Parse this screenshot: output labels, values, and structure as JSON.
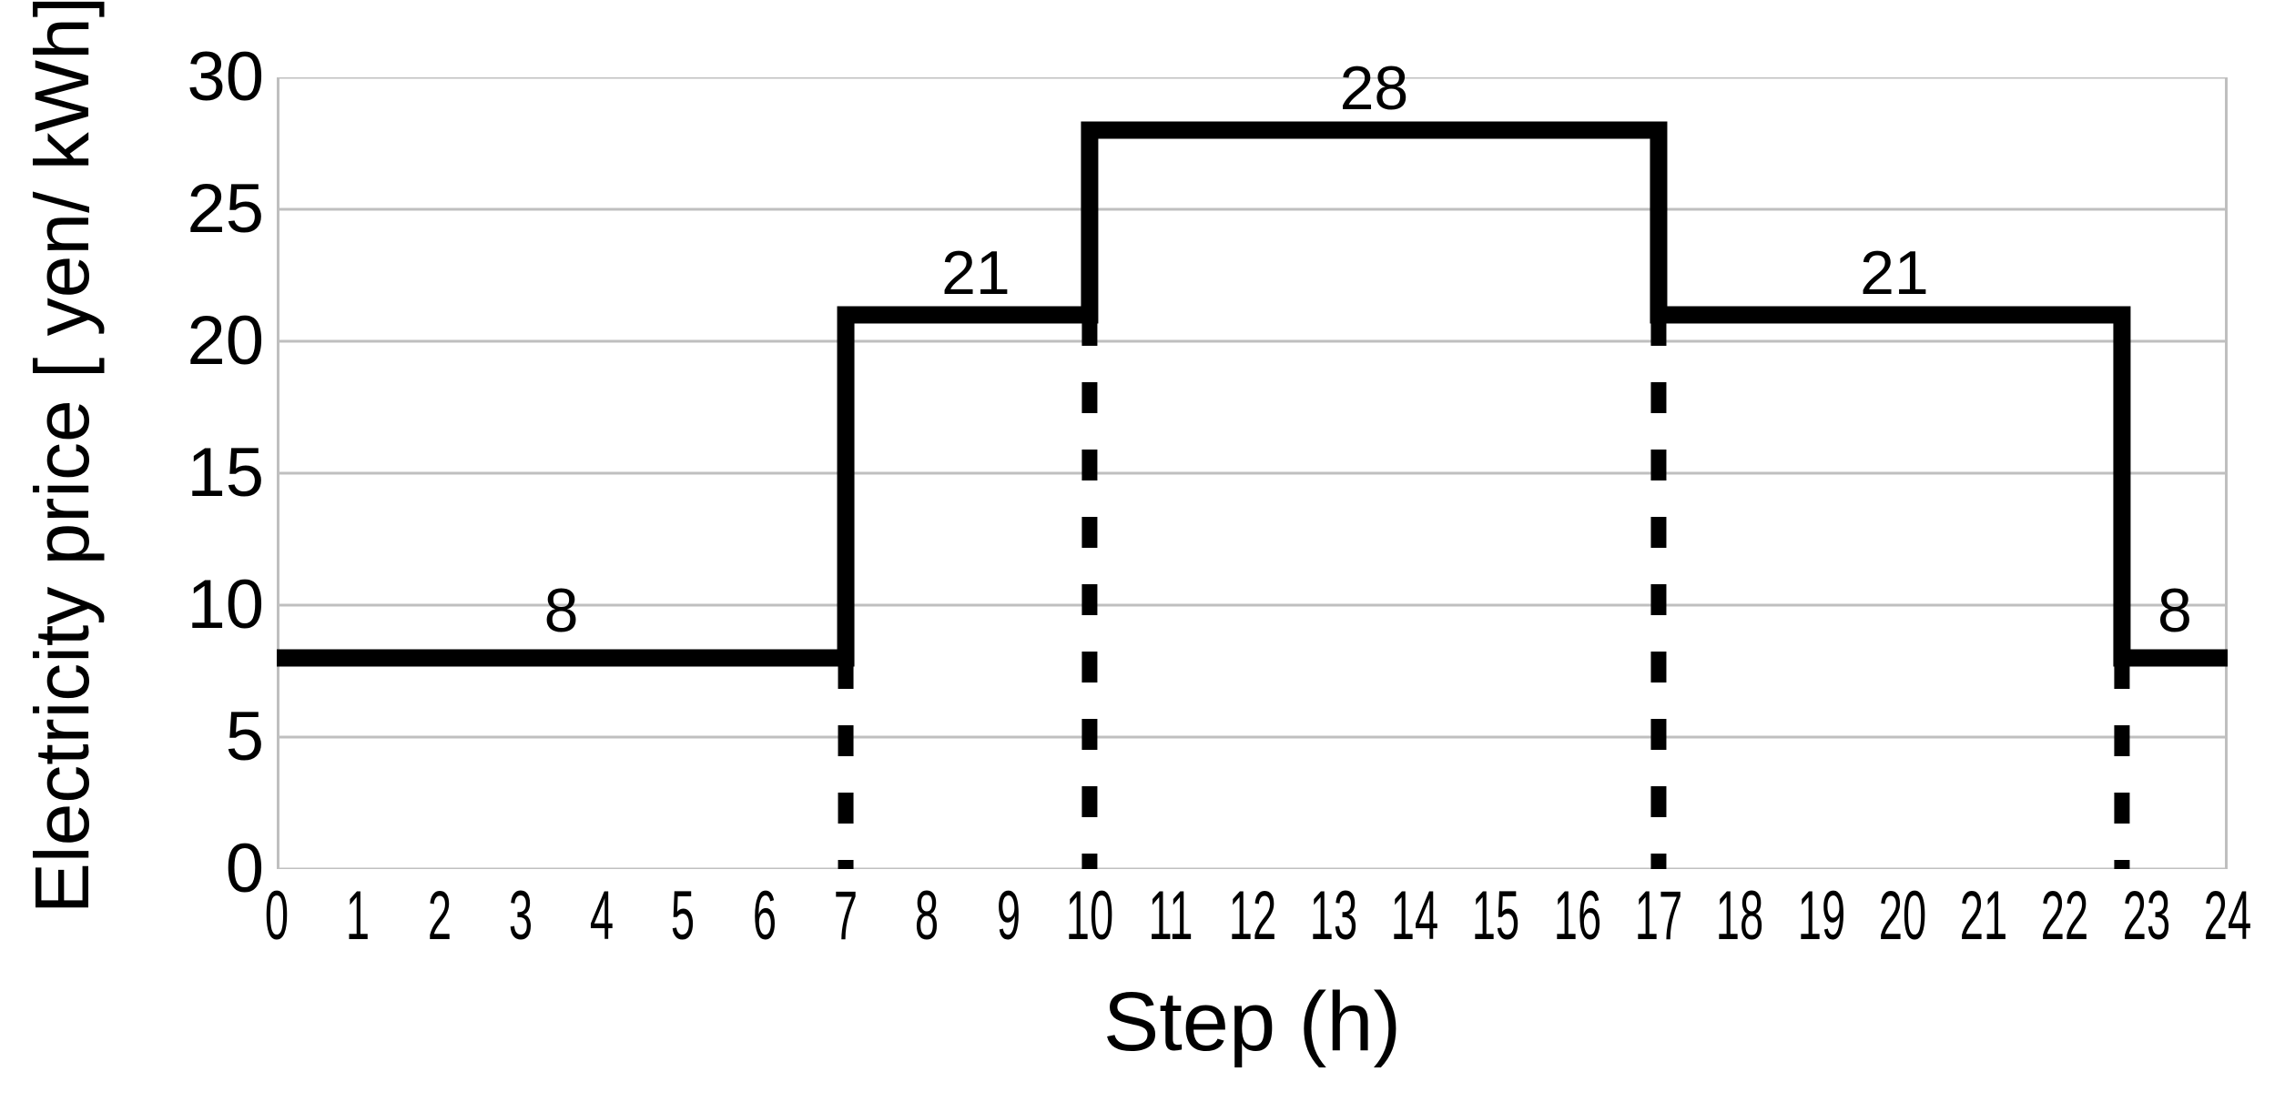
{
  "chart_data": {
    "type": "line",
    "title": "",
    "subtitle": "",
    "xlabel": "Step (h)",
    "ylabel": "Electricity price [ yen/ kWh]",
    "xlim": [
      0,
      24
    ],
    "ylim": [
      0,
      30
    ],
    "grid": true,
    "legend": "none",
    "xticks": [
      "0",
      "1",
      "2",
      "3",
      "4",
      "5",
      "6",
      "7",
      "8",
      "9",
      "10",
      "11",
      "12",
      "13",
      "14",
      "15",
      "16",
      "17",
      "18",
      "19",
      "20",
      "21",
      "22",
      "23",
      "24"
    ],
    "yticks": [
      "0",
      "5",
      "10",
      "15",
      "20",
      "25",
      "30"
    ],
    "step_style": "post",
    "series": [
      {
        "name": "Electricity price",
        "color": "#000000",
        "x": [
          0,
          7,
          10,
          17,
          22.7,
          24
        ],
        "values": [
          8,
          21,
          28,
          21,
          8,
          8
        ],
        "segments": [
          {
            "x_start": 0,
            "x_end": 7,
            "value": 8
          },
          {
            "x_start": 7,
            "x_end": 10,
            "value": 21
          },
          {
            "x_start": 10,
            "x_end": 17,
            "value": 28
          },
          {
            "x_start": 17,
            "x_end": 22.7,
            "value": 21
          },
          {
            "x_start": 22.7,
            "x_end": 24,
            "value": 8
          }
        ]
      }
    ],
    "transition_markers": {
      "style": "dashed-vertical",
      "color": "#000000",
      "x": [
        7,
        10,
        17,
        22.7
      ]
    },
    "annotations": [
      {
        "text": "8",
        "x": 3.5,
        "y": 9.8,
        "label_for_segment": 0
      },
      {
        "text": "21",
        "x": 8.6,
        "y": 22.6,
        "label_for_segment": 1
      },
      {
        "text": "28",
        "x": 13.5,
        "y": 29.6,
        "label_for_segment": 2
      },
      {
        "text": "21",
        "x": 19.9,
        "y": 22.6,
        "label_for_segment": 3
      },
      {
        "text": "8",
        "x": 23.35,
        "y": 9.8,
        "label_for_segment": 4
      }
    ],
    "colors": {
      "line": "#000000",
      "grid": "#bfbfbf",
      "axis": "#bfbfbf",
      "text": "#000000",
      "background": "#ffffff"
    }
  }
}
